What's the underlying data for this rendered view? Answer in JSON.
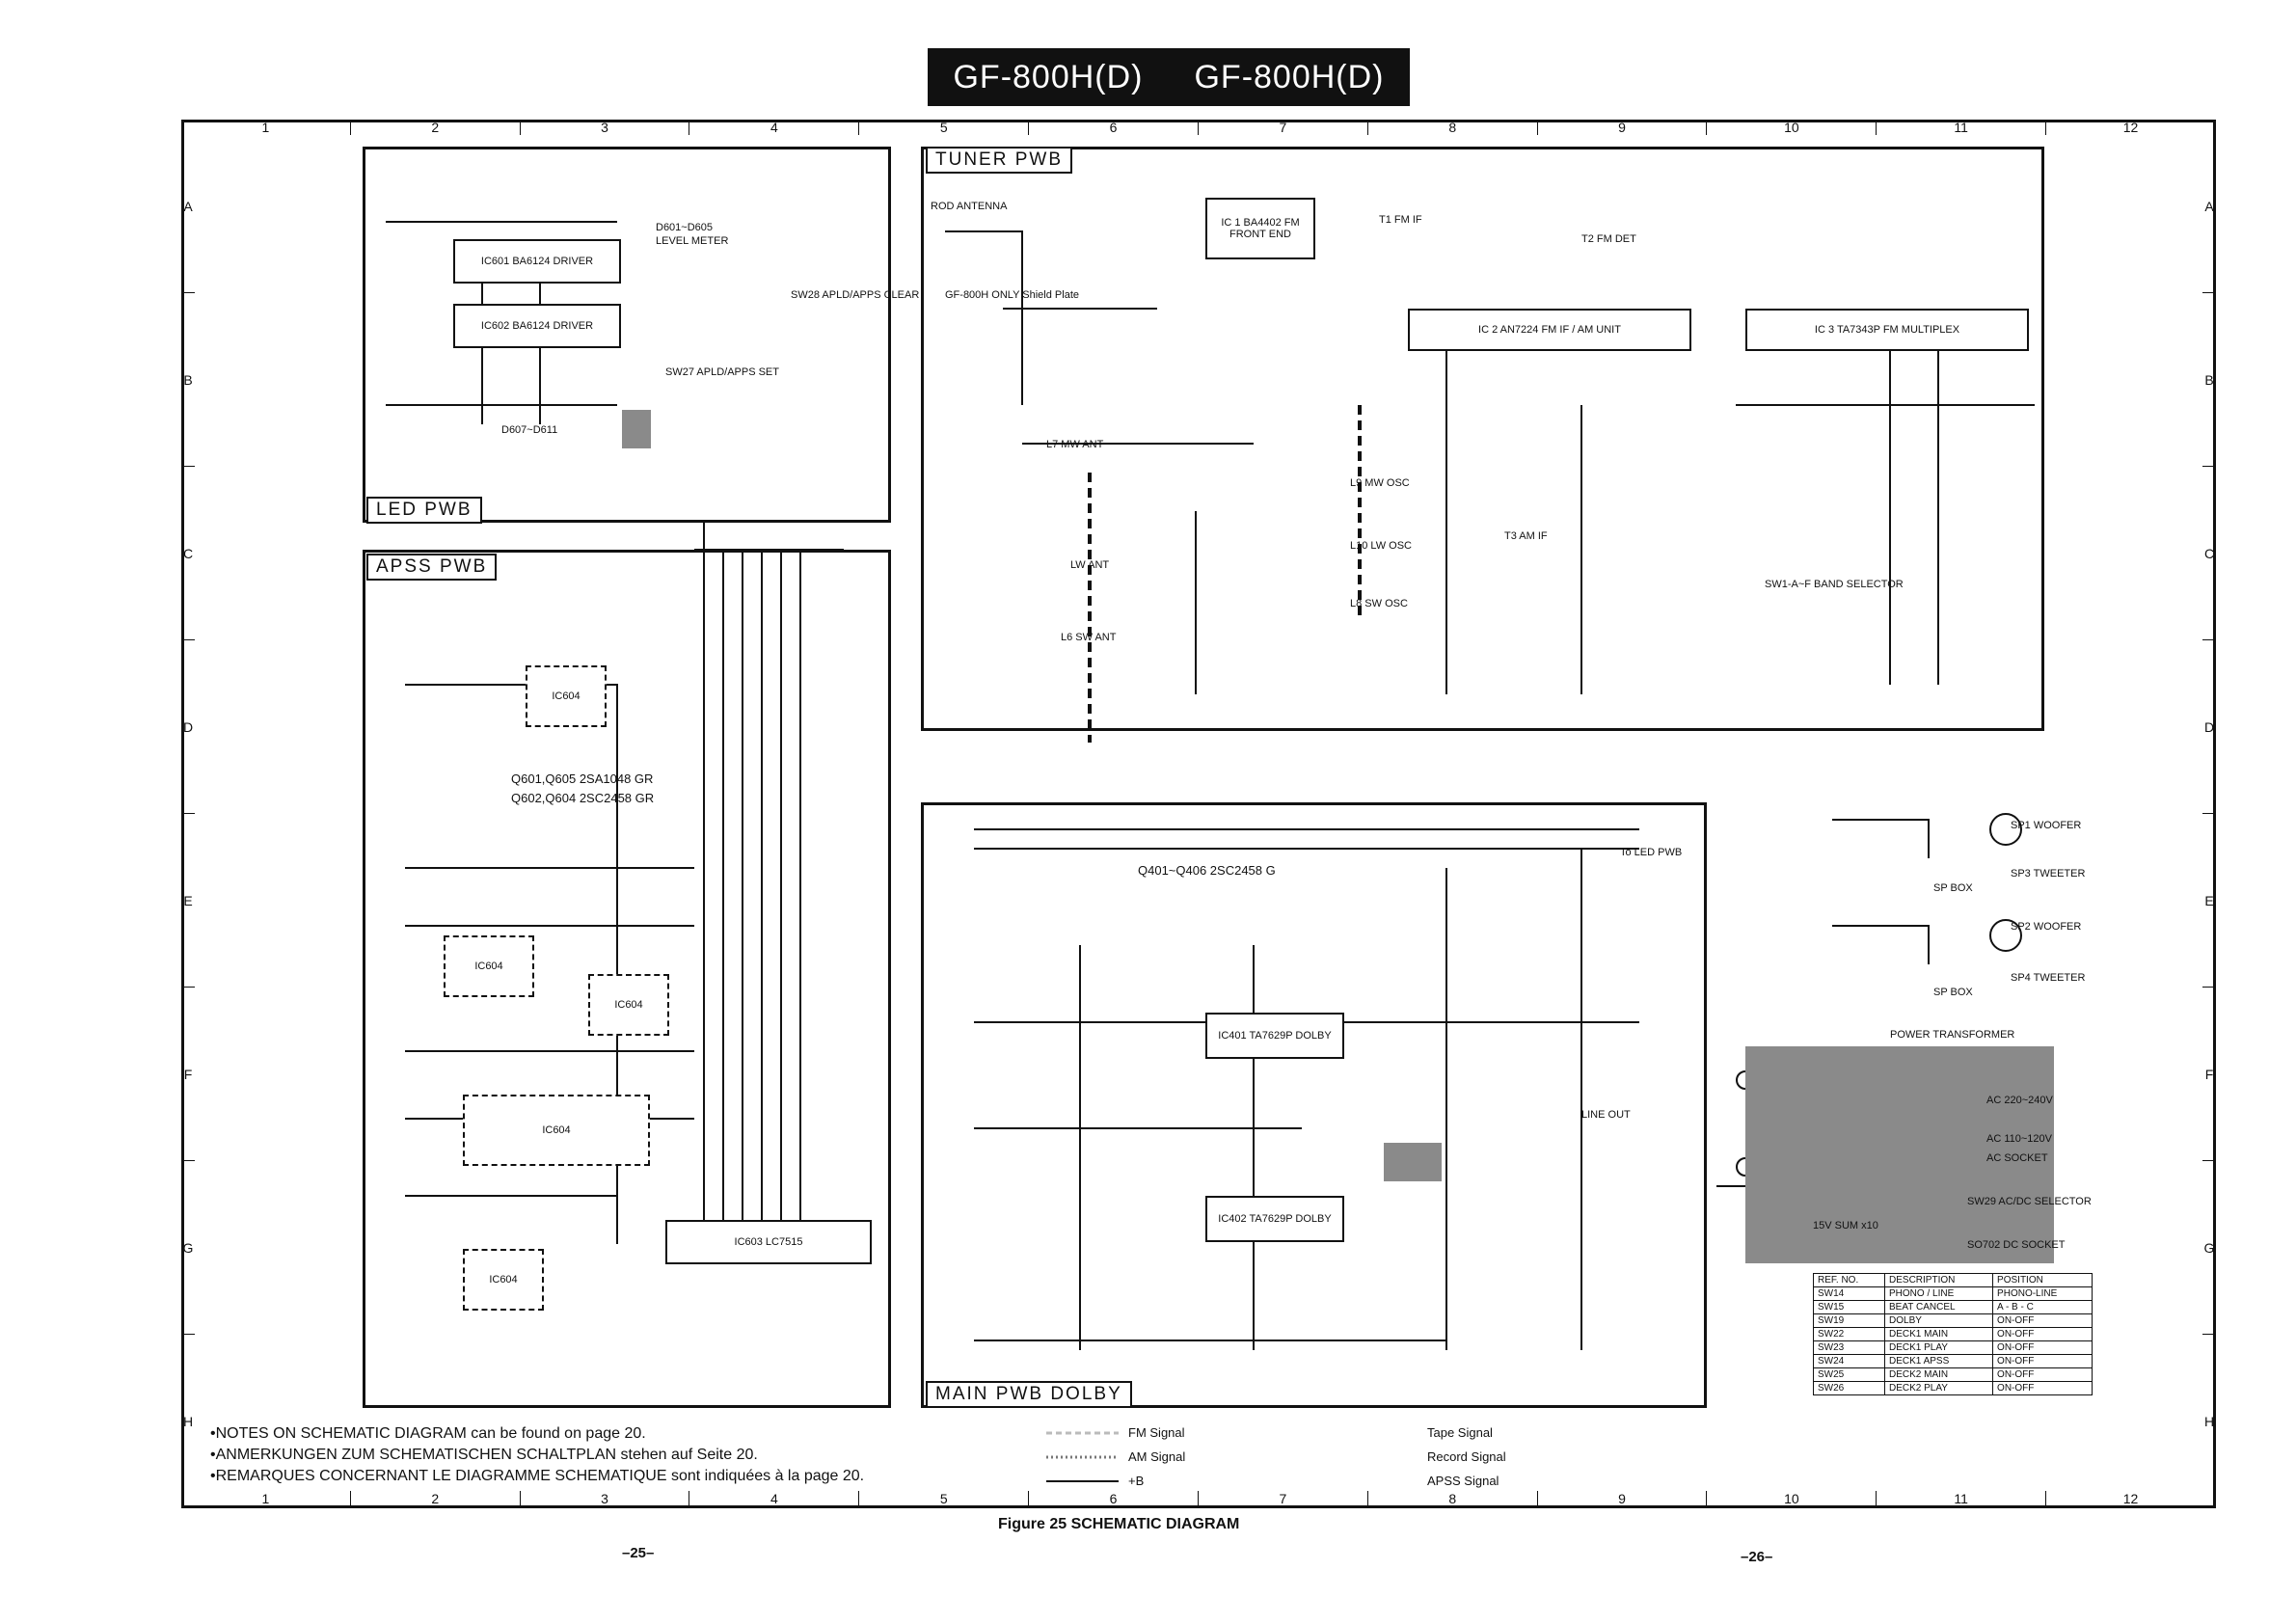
{
  "header": {
    "left_title": "GF-800H(D)",
    "right_title": "GF-800H(D)"
  },
  "grid": {
    "columns": [
      "1",
      "2",
      "3",
      "4",
      "5",
      "6",
      "7",
      "8",
      "9",
      "10",
      "11",
      "12"
    ],
    "rows": [
      "A",
      "B",
      "C",
      "D",
      "E",
      "F",
      "G",
      "H"
    ]
  },
  "boards": {
    "led": "LED PWB",
    "apss": "APSS PWB",
    "tuner": "TUNER PWB",
    "main": "MAIN PWB DOLBY"
  },
  "components": {
    "ic601": "IC601 BA6124",
    "ic601_sub": "DRIVER",
    "ic602": "IC602 BA6124",
    "ic602_sub": "DRIVER",
    "level_meter": "LEVEL METER",
    "d601": "D601~D605",
    "d607": "D607~D611",
    "sw28": "SW28 APLD/APPS CLEAR",
    "sw27": "SW27 APLD/APPS SET",
    "q601": "Q601,Q605 2SA1048 GR",
    "q602": "Q602,Q604 2SC2458 GR",
    "ic604": "IC604",
    "ic603": "IC603 LC7515",
    "ic1": "IC 1 BA4402 FM FRONT END",
    "ic2": "IC 2 AN7224 FM IF / AM UNIT",
    "ic3": "IC 3 TA7343P FM MULTIPLEX",
    "rod": "ROD ANTENNA",
    "gf800": "GF-800H ONLY Shield Plate",
    "t1": "T1 FM IF",
    "t2": "T2 FM DET",
    "t3": "T3 AM IF",
    "l7": "L7 MW ANT",
    "l6": "L6 SW ANT",
    "lw": "LW ANT",
    "l9": "L9 MW OSC",
    "l10": "L10 LW OSC",
    "l8": "L8 SW OSC",
    "band": "SW1-A~F BAND SELECTOR",
    "q401": "Q401~Q406 2SC2458 G",
    "ic401": "IC401 TA7629P DOLBY",
    "ic402": "IC402 TA7629P DOLBY",
    "to_led": "To LED PWB",
    "line_out": "LINE OUT",
    "sp1": "SP1 WOOFER",
    "sp3": "SP3 TWEETER",
    "sp2": "SP2 WOOFER",
    "sp4": "SP4 TWEETER",
    "sp_box": "SP BOX",
    "power": "POWER TRANSFORMER",
    "ac_hi": "AC 220~240V",
    "ac_lo": "AC 110~120V",
    "ac_socket": "AC SOCKET",
    "sw_sel": "SW29 AC/DC SELECTOR",
    "dc_socket": "SO702 DC SOCKET",
    "battery": "15V SUM x10"
  },
  "switch_table": {
    "headers": [
      "REF. NO.",
      "DESCRIPTION",
      "POSITION"
    ],
    "rows": [
      [
        "SW14",
        "PHONO / LINE",
        "PHONO-LINE"
      ],
      [
        "SW15",
        "BEAT CANCEL",
        "A - B - C"
      ],
      [
        "SW19",
        "DOLBY",
        "ON-OFF"
      ],
      [
        "SW22",
        "DECK1 MAIN",
        "ON-OFF"
      ],
      [
        "SW23",
        "DECK1 PLAY",
        "ON-OFF"
      ],
      [
        "SW24",
        "DECK1 APSS",
        "ON-OFF"
      ],
      [
        "SW25",
        "DECK2 MAIN",
        "ON-OFF"
      ],
      [
        "SW26",
        "DECK2 PLAY",
        "ON-OFF"
      ]
    ]
  },
  "notes": [
    "•NOTES ON SCHEMATIC DIAGRAM can be found on page 20.",
    "•ANMERKUNGEN ZUM SCHEMATISCHEN SCHALTPLAN stehen auf Seite 20.",
    "•REMARQUES CONCERNANT LE DIAGRAMME SCHEMATIQUE sont indiquées à la page 20."
  ],
  "legend": {
    "fm": "FM Signal",
    "am": "AM Signal",
    "b": "+B",
    "tape": "Tape Signal",
    "record": "Record Signal",
    "apss": "APSS Signal"
  },
  "caption": "Figure 25 SCHEMATIC DIAGRAM",
  "page_left": "–25–",
  "page_right": "–26–"
}
